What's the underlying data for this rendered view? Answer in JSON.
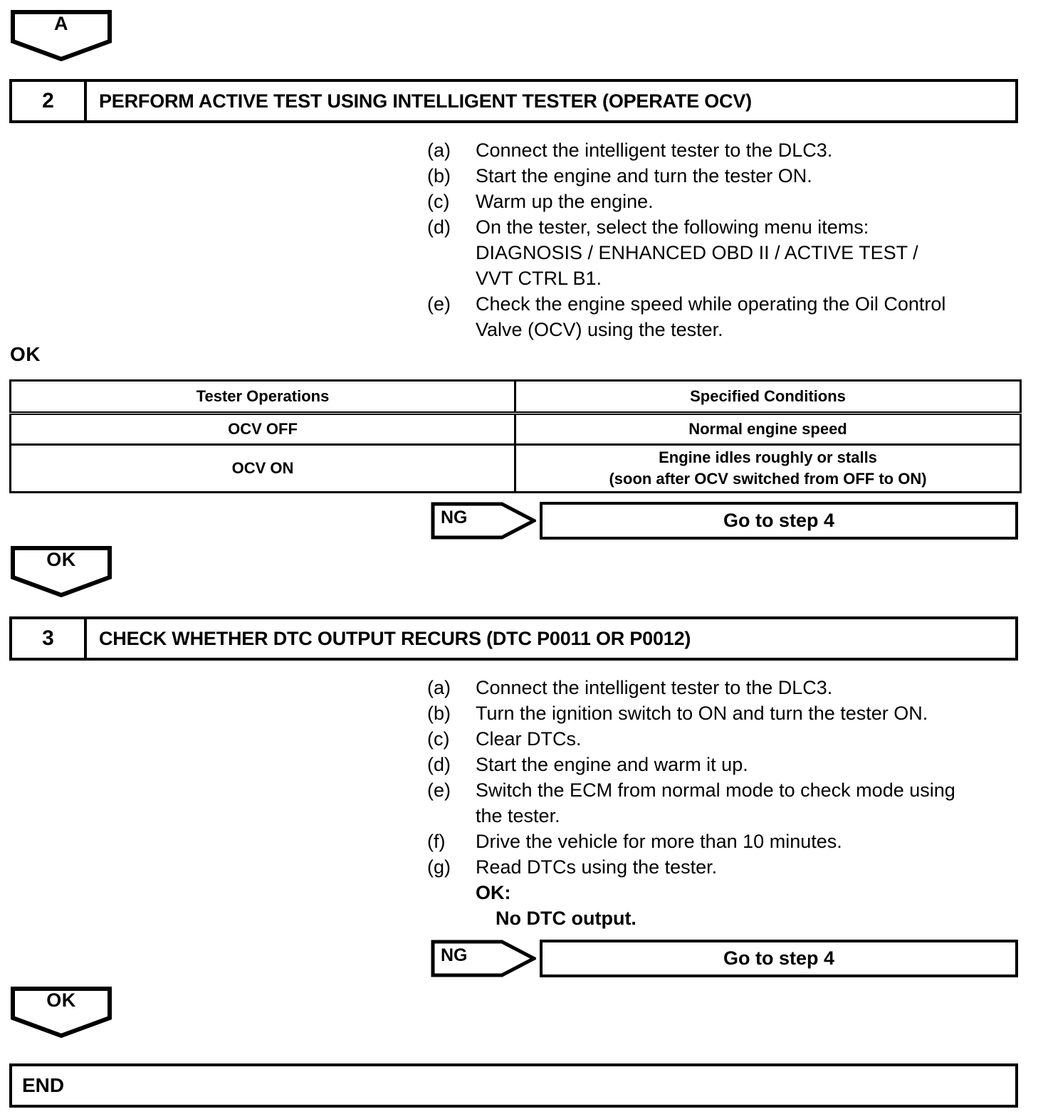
{
  "connectors": {
    "top_a": {
      "label": "A"
    },
    "ok_after_step2": {
      "label": "OK"
    },
    "ok_after_step3": {
      "label": "OK"
    }
  },
  "steps": [
    {
      "number": "2",
      "title": "PERFORM ACTIVE TEST USING INTELLIGENT TESTER (OPERATE OCV)",
      "procedures": [
        {
          "marker": "(a)",
          "text": "Connect the intelligent tester to the DLC3."
        },
        {
          "marker": "(b)",
          "text": "Start the engine and turn the tester ON."
        },
        {
          "marker": "(c)",
          "text": "Warm up the engine."
        },
        {
          "marker": "(d)",
          "text": "On the tester, select the following menu items:",
          "cont1": "DIAGNOSIS / ENHANCED OBD II / ACTIVE TEST /",
          "cont2": "VVT CTRL B1."
        },
        {
          "marker": "(e)",
          "text": "Check the engine speed while operating the Oil Control",
          "cont1": "Valve (OCV) using the tester."
        }
      ],
      "ok_caption": "OK",
      "branch": {
        "condition": "NG",
        "target": "Go to step 4"
      }
    },
    {
      "number": "3",
      "title": "CHECK WHETHER DTC OUTPUT RECURS (DTC P0011 OR P0012)",
      "procedures": [
        {
          "marker": "(a)",
          "text": "Connect the intelligent tester to the DLC3."
        },
        {
          "marker": "(b)",
          "text": "Turn the ignition switch to ON and turn the tester ON."
        },
        {
          "marker": "(c)",
          "text": "Clear DTCs."
        },
        {
          "marker": "(d)",
          "text": "Start the engine and warm it up."
        },
        {
          "marker": "(e)",
          "text": "Switch the ECM from normal mode to check mode using",
          "cont1": "the tester."
        },
        {
          "marker": "(f)",
          "text": "Drive the vehicle for more than 10 minutes."
        },
        {
          "marker": "(g)",
          "text": "Read DTCs using the tester.",
          "ok_label": "OK:",
          "ok_value": "No DTC output."
        }
      ],
      "branch": {
        "condition": "NG",
        "target": "Go to step 4"
      }
    }
  ],
  "spec_table": {
    "headers": [
      "Tester Operations",
      "Specified Conditions"
    ],
    "rows": [
      {
        "operation": "OCV OFF",
        "condition_line1": "Normal engine speed",
        "condition_line2": ""
      },
      {
        "operation": "OCV ON",
        "condition_line1": "Engine idles roughly or stalls",
        "condition_line2": "(soon after OCV switched from OFF to ON)"
      }
    ]
  },
  "end_box": {
    "label": "END"
  },
  "colors": {
    "ink": "#000000",
    "paper": "#ffffff"
  }
}
